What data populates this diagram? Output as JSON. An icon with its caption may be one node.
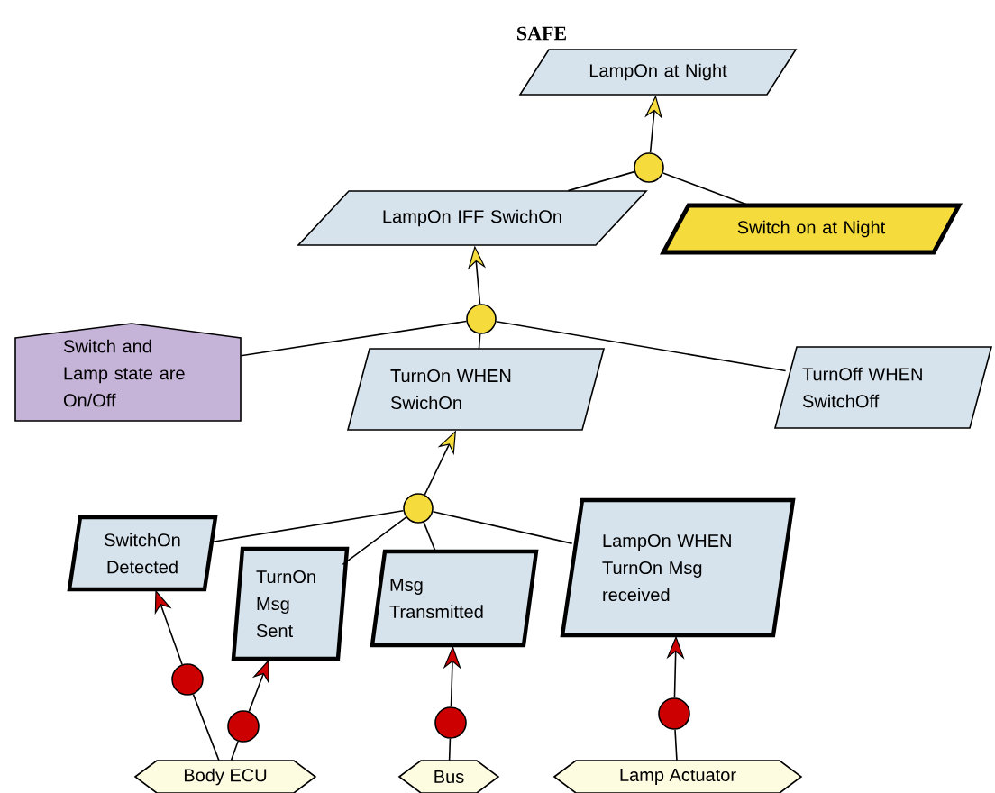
{
  "diagram": {
    "nodes": [
      {
        "text": [
          "SAFE",
          "LampOn at Night"
        ]
      },
      {
        "text": [],
        "shape": "circle"
      },
      {
        "text": [
          "LampOn IFF SwichOn"
        ]
      },
      {
        "text": [
          "Switch on at Night"
        ]
      },
      {
        "text": [
          "Switch and Lamp state are On/Off"
        ]
      },
      {
        "text": [],
        "shape": "circle"
      },
      {
        "text": [
          "TurnOn WHEN SwichOn"
        ]
      },
      {
        "text": [
          "TurnOff WHEN SwitchOff"
        ]
      },
      {
        "text": [],
        "shape": "circle"
      },
      {
        "text": [
          "SwitchOn Detected"
        ]
      },
      {
        "text": [
          "TurnOn Msg Sent"
        ]
      },
      {
        "text": [
          "Msg Transmitted"
        ]
      },
      {
        "text": [
          "LampOn WHEN TurnOn Msg received"
        ]
      },
      {
        "text": [],
        "shape": "circle"
      },
      {
        "text": [],
        "shape": "circle"
      },
      {
        "text": [],
        "shape": "circle"
      },
      {
        "text": [],
        "shape": "circle"
      },
      {
        "text": [
          "Body ECU"
        ]
      },
      {
        "text": [
          "Bus"
        ]
      },
      {
        "text": [
          "Lamp Actuator"
        ]
      }
    ],
    "edges": [
      {
        "from": 1,
        "to": 0,
        "arrow": "to"
      },
      {
        "from": 2,
        "to": 1,
        "arrow": "none"
      },
      {
        "from": 3,
        "to": 1,
        "arrow": "none"
      },
      {
        "from": 5,
        "to": 2,
        "arrow": "to"
      },
      {
        "from": 4,
        "to": 5,
        "arrow": "none"
      },
      {
        "from": 6,
        "to": 5,
        "arrow": "none"
      },
      {
        "from": 7,
        "to": 5,
        "arrow": "none"
      },
      {
        "from": 8,
        "to": 6,
        "arrow": "to"
      },
      {
        "from": 9,
        "to": 8,
        "arrow": "none"
      },
      {
        "from": 10,
        "to": 8,
        "arrow": "none"
      },
      {
        "from": 11,
        "to": 8,
        "arrow": "none"
      },
      {
        "from": 12,
        "to": 8,
        "arrow": "none"
      },
      {
        "from": 13,
        "to": 9,
        "arrow": "to"
      },
      {
        "from": 17,
        "to": 13,
        "arrow": "none"
      },
      {
        "from": 14,
        "to": 10,
        "arrow": "to"
      },
      {
        "from": 17,
        "to": 14,
        "arrow": "none"
      },
      {
        "from": 15,
        "to": 11,
        "arrow": "to"
      },
      {
        "from": 18,
        "to": 15,
        "arrow": "none"
      },
      {
        "from": 16,
        "to": 12,
        "arrow": "to"
      },
      {
        "from": 19,
        "to": 16,
        "arrow": "none"
      }
    ]
  }
}
